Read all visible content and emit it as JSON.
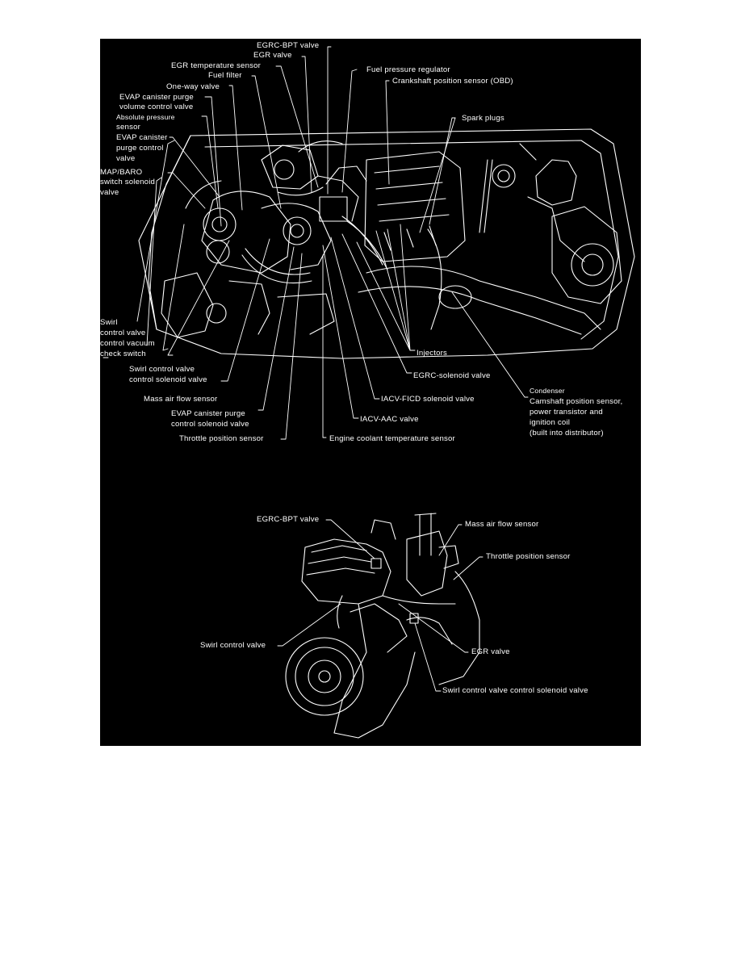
{
  "colors": {
    "background": "#000000",
    "linework": "#ffffff",
    "page": "#ffffff"
  },
  "top_diagram": {
    "labels": {
      "egrc_bpt_valve": "EGRC-BPT valve",
      "egr_valve": "EGR valve",
      "egr_temperature_sensor": "EGR temperature sensor",
      "fuel_filter": "Fuel filter",
      "one_way_valve": "One-way valve",
      "evap_purge_volume_1": "EVAP canister purge",
      "evap_purge_volume_2": "volume control valve",
      "absolute_pressure_1": "Absolute pressure",
      "absolute_pressure_2": "sensor",
      "evap_purge_control_1": "EVAP canister",
      "evap_purge_control_2": "purge control",
      "evap_purge_control_3": "valve",
      "map_baro_1": "MAP/BARO",
      "map_baro_2": "switch solenoid",
      "map_baro_3": "valve",
      "fuel_pressure_regulator": "Fuel pressure regulator",
      "crankshaft_position_sensor": "Crankshaft position sensor (OBD)",
      "spark_plugs": "Spark plugs",
      "swirl_vacuum_1": "Swirl",
      "swirl_vacuum_2": "control valve",
      "swirl_vacuum_3": "control vacuum",
      "swirl_vacuum_4": "check switch",
      "swirl_solenoid_1": "Swirl control valve",
      "swirl_solenoid_2": "control solenoid valve",
      "mass_air_flow_sensor": "Mass air flow sensor",
      "evap_purge_solenoid_1": "EVAP canister purge",
      "evap_purge_solenoid_2": "control solenoid valve",
      "throttle_position_sensor": "Throttle position sensor",
      "injectors": "Injectors",
      "egrc_solenoid_valve": "EGRC-solenoid valve",
      "iacv_ficd_solenoid_valve": "IACV-FICD solenoid valve",
      "iacv_aac_valve": "IACV-AAC valve",
      "engine_coolant_temperature_sensor": "Engine coolant temperature sensor",
      "condenser": "Condenser",
      "camshaft_1": "Camshaft position sensor,",
      "camshaft_2": "power transistor and",
      "camshaft_3": "ignition coil",
      "camshaft_4": "(built into distributor)"
    }
  },
  "bottom_diagram": {
    "labels": {
      "egrc_bpt_valve": "EGRC-BPT valve",
      "mass_air_flow_sensor": "Mass air flow sensor",
      "throttle_position_sensor": "Throttle position sensor",
      "swirl_control_valve": "Swirl control valve",
      "egr_valve": "EGR valve",
      "swirl_solenoid_valve": "Swirl control valve control solenoid valve"
    }
  }
}
